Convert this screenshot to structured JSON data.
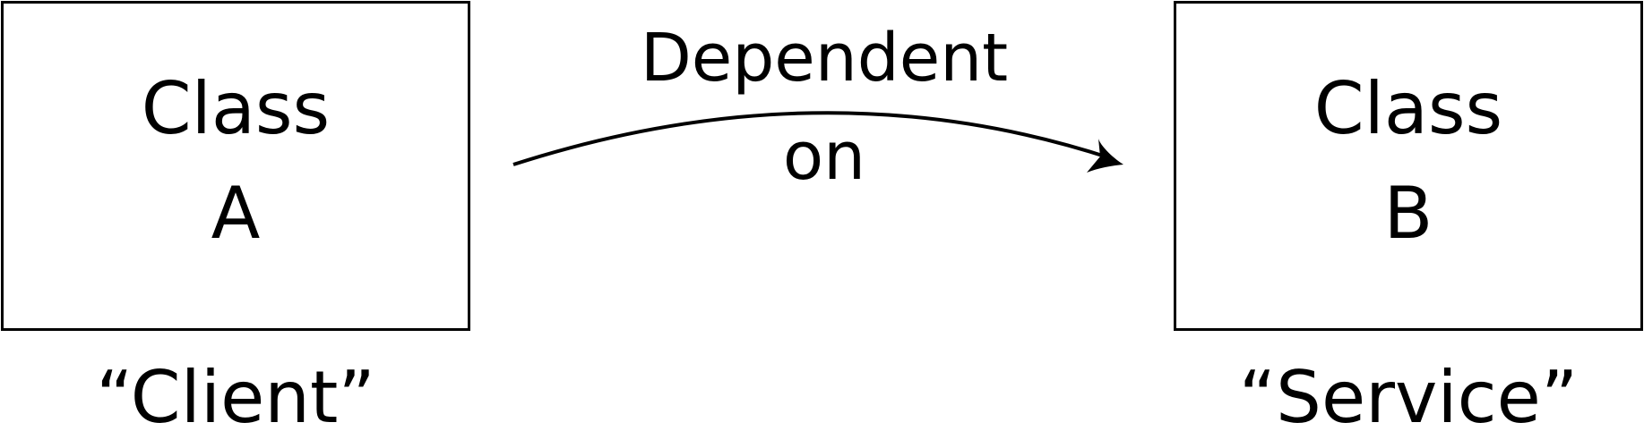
{
  "diagram": {
    "client": {
      "title": "Class",
      "letter": "A",
      "caption": "“Client”"
    },
    "service": {
      "title": "Class",
      "letter": "B",
      "caption": "“Service”"
    },
    "relation": {
      "line1": "Dependent",
      "line2": "on"
    },
    "colors": {
      "stroke": "#000000",
      "background": "#ffffff"
    }
  }
}
